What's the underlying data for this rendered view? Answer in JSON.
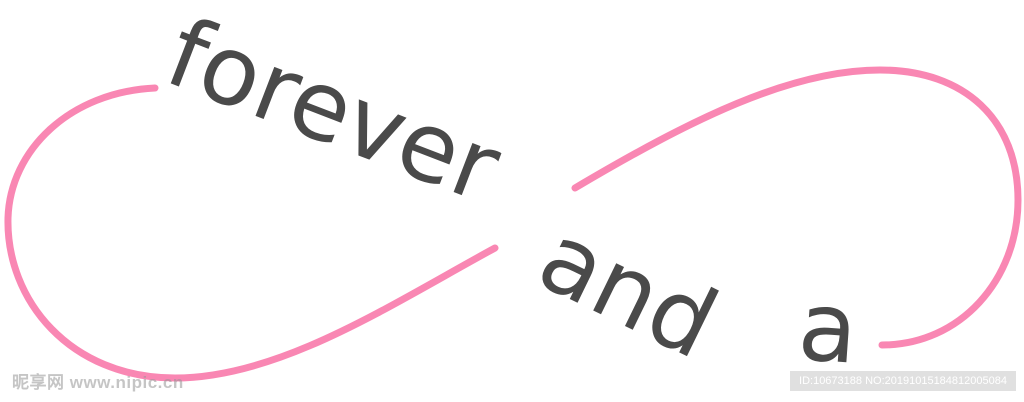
{
  "artwork": {
    "words": [
      "forever",
      "and",
      "a"
    ],
    "text_color": "#4a4a4a",
    "curve_color": "#f987b3",
    "shape": "infinity"
  },
  "watermark": {
    "site": "昵享网 www.nipic.cn",
    "id_text": "ID:10673188 NO:20191015184812005084"
  }
}
